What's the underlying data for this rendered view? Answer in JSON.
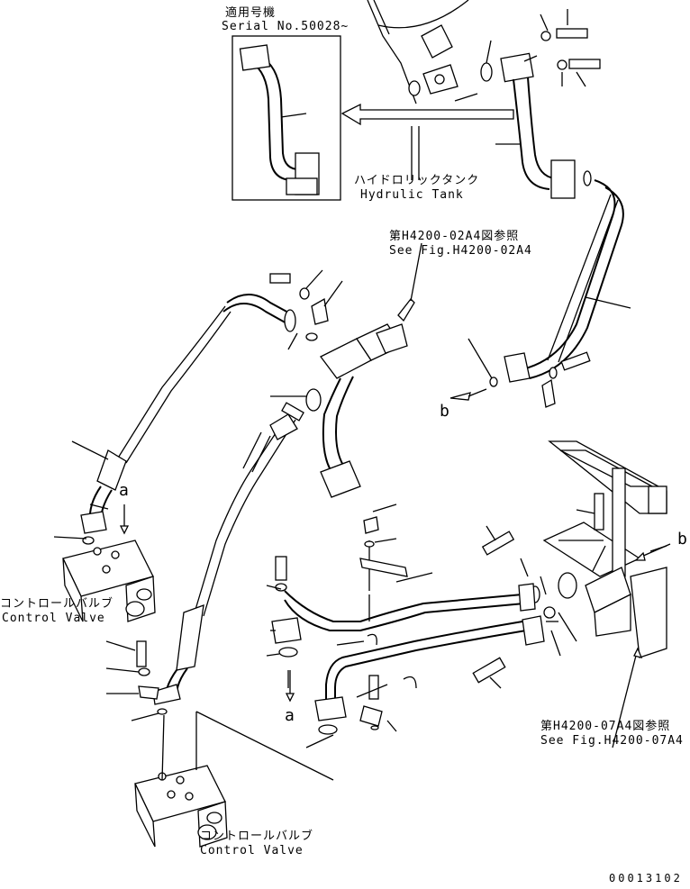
{
  "inset": {
    "applicable_label": "適用号機",
    "serial_label": "Serial No.50028~"
  },
  "labels": {
    "hydraulic_tank_jp": "ハイドロリックタンク",
    "hydraulic_tank_en": "Hydrulic Tank",
    "see_fig_02a4_jp": "第H4200-02A4図参照",
    "see_fig_02a4_en": "See Fig.H4200-02A4",
    "see_fig_07a4_jp": "第H4200-07A4図参照",
    "see_fig_07a4_en": "See Fig.H4200-07A4",
    "control_valve_jp_1": "コントロールバルブ",
    "control_valve_en_1": "Control Valve",
    "control_valve_jp_2": "コントロールバルブ",
    "control_valve_en_2": "Control Valve",
    "ref_a_top": "a",
    "ref_a_bottom": "a",
    "ref_b_left": "b",
    "ref_b_right": "b",
    "drawing_number": "00013102"
  }
}
